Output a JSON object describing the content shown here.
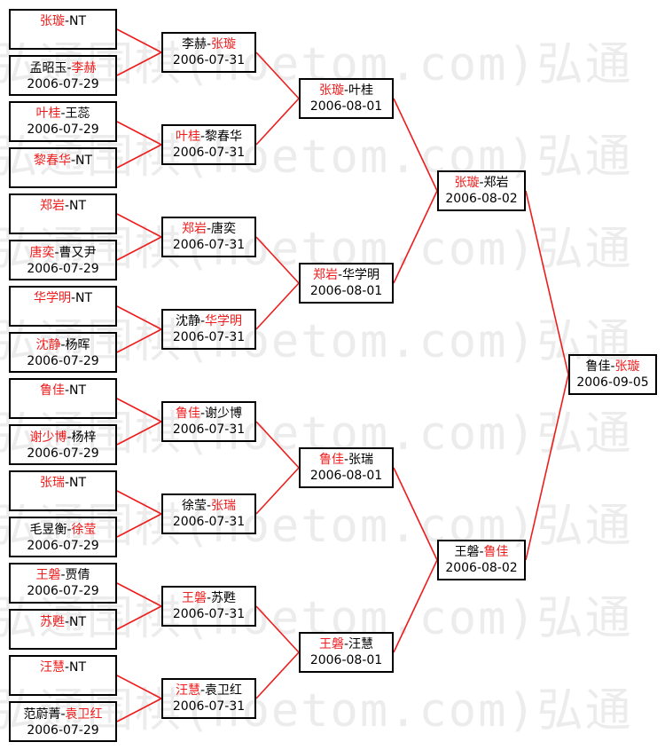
{
  "watermark": "弘通围棋(hoetom.com)弘通",
  "colors": {
    "winner": "#ee1c1c",
    "line": "#ee1c1c",
    "border": "#000000"
  },
  "round1": [
    {
      "name": [
        {
          "t": "张璇",
          "w": true
        },
        {
          "t": "-NT",
          "w": false
        }
      ],
      "date": ""
    },
    {
      "name": [
        {
          "t": "孟昭玉-",
          "w": false
        },
        {
          "t": "李赫",
          "w": true
        }
      ],
      "date": "2006-07-29"
    },
    {
      "name": [
        {
          "t": "叶桂",
          "w": true
        },
        {
          "t": "-王蕊",
          "w": false
        }
      ],
      "date": "2006-07-29"
    },
    {
      "name": [
        {
          "t": "黎春华",
          "w": true
        },
        {
          "t": "-NT",
          "w": false
        }
      ],
      "date": ""
    },
    {
      "name": [
        {
          "t": "郑岩",
          "w": true
        },
        {
          "t": "-NT",
          "w": false
        }
      ],
      "date": ""
    },
    {
      "name": [
        {
          "t": "唐奕",
          "w": true
        },
        {
          "t": "-曹又尹",
          "w": false
        }
      ],
      "date": "2006-07-29"
    },
    {
      "name": [
        {
          "t": "华学明",
          "w": true
        },
        {
          "t": "-NT",
          "w": false
        }
      ],
      "date": ""
    },
    {
      "name": [
        {
          "t": "沈静",
          "w": true
        },
        {
          "t": "-杨晖",
          "w": false
        }
      ],
      "date": "2006-07-29"
    },
    {
      "name": [
        {
          "t": "鲁佳",
          "w": true
        },
        {
          "t": "-NT",
          "w": false
        }
      ],
      "date": ""
    },
    {
      "name": [
        {
          "t": "谢少博",
          "w": true
        },
        {
          "t": "-杨梓",
          "w": false
        }
      ],
      "date": "2006-07-29"
    },
    {
      "name": [
        {
          "t": "张瑞",
          "w": true
        },
        {
          "t": "-NT",
          "w": false
        }
      ],
      "date": ""
    },
    {
      "name": [
        {
          "t": "毛昱衡-",
          "w": false
        },
        {
          "t": "徐莹",
          "w": true
        }
      ],
      "date": "2006-07-29"
    },
    {
      "name": [
        {
          "t": "王磐",
          "w": true
        },
        {
          "t": "-贾倩",
          "w": false
        }
      ],
      "date": "2006-07-29"
    },
    {
      "name": [
        {
          "t": "苏甦",
          "w": true
        },
        {
          "t": "-NT",
          "w": false
        }
      ],
      "date": ""
    },
    {
      "name": [
        {
          "t": "汪慧",
          "w": true
        },
        {
          "t": "-NT",
          "w": false
        }
      ],
      "date": ""
    },
    {
      "name": [
        {
          "t": "范蔚菁-",
          "w": false
        },
        {
          "t": "袁卫红",
          "w": true
        }
      ],
      "date": "2006-07-29"
    }
  ],
  "round2": [
    {
      "name": [
        {
          "t": "李赫-",
          "w": false
        },
        {
          "t": "张璇",
          "w": true
        }
      ],
      "date": "2006-07-31"
    },
    {
      "name": [
        {
          "t": "叶桂",
          "w": true
        },
        {
          "t": "-黎春华",
          "w": false
        }
      ],
      "date": "2006-07-31"
    },
    {
      "name": [
        {
          "t": "郑岩",
          "w": true
        },
        {
          "t": "-唐奕",
          "w": false
        }
      ],
      "date": "2006-07-31"
    },
    {
      "name": [
        {
          "t": "沈静-",
          "w": false
        },
        {
          "t": "华学明",
          "w": true
        }
      ],
      "date": "2006-07-31"
    },
    {
      "name": [
        {
          "t": "鲁佳",
          "w": true
        },
        {
          "t": "-谢少博",
          "w": false
        }
      ],
      "date": "2006-07-31"
    },
    {
      "name": [
        {
          "t": "徐莹-",
          "w": false
        },
        {
          "t": "张瑞",
          "w": true
        }
      ],
      "date": "2006-07-31"
    },
    {
      "name": [
        {
          "t": "王磐",
          "w": true
        },
        {
          "t": "-苏甦",
          "w": false
        }
      ],
      "date": "2006-07-31"
    },
    {
      "name": [
        {
          "t": "汪慧",
          "w": true
        },
        {
          "t": "-袁卫红",
          "w": false
        }
      ],
      "date": "2006-07-31"
    }
  ],
  "round3": [
    {
      "name": [
        {
          "t": "张璇",
          "w": true
        },
        {
          "t": "-叶桂",
          "w": false
        }
      ],
      "date": "2006-08-01"
    },
    {
      "name": [
        {
          "t": "郑岩",
          "w": true
        },
        {
          "t": "-华学明",
          "w": false
        }
      ],
      "date": "2006-08-01"
    },
    {
      "name": [
        {
          "t": "鲁佳",
          "w": true
        },
        {
          "t": "-张瑞",
          "w": false
        }
      ],
      "date": "2006-08-01"
    },
    {
      "name": [
        {
          "t": "王磐",
          "w": true
        },
        {
          "t": "-汪慧",
          "w": false
        }
      ],
      "date": "2006-08-01"
    }
  ],
  "round4": [
    {
      "name": [
        {
          "t": "张璇",
          "w": true
        },
        {
          "t": "-郑岩",
          "w": false
        }
      ],
      "date": "2006-08-02"
    },
    {
      "name": [
        {
          "t": "王磐-",
          "w": false
        },
        {
          "t": "鲁佳",
          "w": true
        }
      ],
      "date": "2006-08-02"
    }
  ],
  "final": [
    {
      "name": [
        {
          "t": "鲁佳-",
          "w": false
        },
        {
          "t": "张璇",
          "w": true
        }
      ],
      "date": "2006-09-05"
    }
  ]
}
